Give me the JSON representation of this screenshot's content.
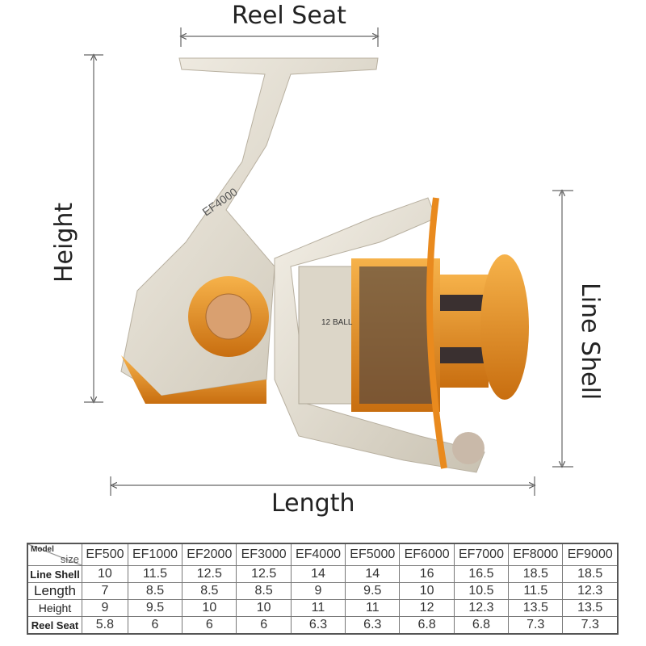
{
  "dimensions": {
    "reel_seat": "Reel Seat",
    "height": "Height",
    "line_shell": "Line Shell",
    "length": "Length"
  },
  "reel": {
    "model_print": "EF4000",
    "bearing_count": "12",
    "bearing_text": "BALL"
  },
  "table": {
    "corner_top": "Model",
    "corner_bottom": "size",
    "models": [
      "EF500",
      "EF1000",
      "EF2000",
      "EF3000",
      "EF4000",
      "EF5000",
      "EF6000",
      "EF7000",
      "EF8000",
      "EF9000"
    ],
    "rows": [
      {
        "label": "Line Shell",
        "values": [
          "10",
          "11.5",
          "12.5",
          "12.5",
          "14",
          "14",
          "16",
          "16.5",
          "18.5",
          "18.5"
        ]
      },
      {
        "label": "Length",
        "values": [
          "7",
          "8.5",
          "8.5",
          "8.5",
          "9",
          "9.5",
          "10",
          "10.5",
          "11.5",
          "12.3"
        ]
      },
      {
        "label": "Height",
        "values": [
          "9",
          "9.5",
          "10",
          "10",
          "11",
          "11",
          "12",
          "12.3",
          "13.5",
          "13.5"
        ]
      },
      {
        "label": "Reel Seat",
        "values": [
          "5.8",
          "6",
          "6",
          "6",
          "6.3",
          "6.3",
          "6.8",
          "6.8",
          "7.3",
          "7.3"
        ]
      }
    ]
  }
}
